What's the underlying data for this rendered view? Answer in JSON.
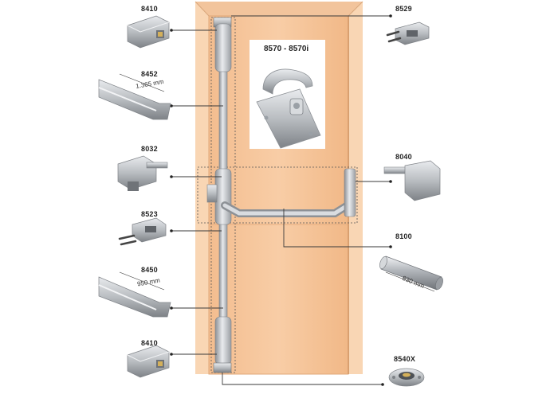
{
  "colors": {
    "door": "#f6c59a",
    "door_edge": "#e0a878",
    "frame": "#f9d8b8",
    "metal": "#c4c7cb",
    "metal_dark": "#8d9196",
    "leader": "#3a3a3a",
    "guide": "#555555"
  },
  "inset": {
    "title": "8570 - 8570i"
  },
  "parts_left": [
    {
      "code": "8410",
      "icon": "top-latch-icon"
    },
    {
      "code": "8452",
      "icon": "upper-rod-icon",
      "dim": "1.365 mm"
    },
    {
      "code": "8032",
      "icon": "connector-icon"
    },
    {
      "code": "8523",
      "icon": "guide-bracket-icon"
    },
    {
      "code": "8450",
      "icon": "lower-rod-icon",
      "dim": "950 mm"
    },
    {
      "code": "8410",
      "icon": "bottom-latch-icon"
    }
  ],
  "parts_right": [
    {
      "code": "8529",
      "icon": "strike-plate-icon"
    },
    {
      "code": "8040",
      "icon": "end-bracket-icon"
    },
    {
      "code": "8100",
      "icon": "push-bar-tube-icon",
      "dim": "830 mm"
    },
    {
      "code": "8540X",
      "icon": "floor-socket-icon"
    }
  ]
}
